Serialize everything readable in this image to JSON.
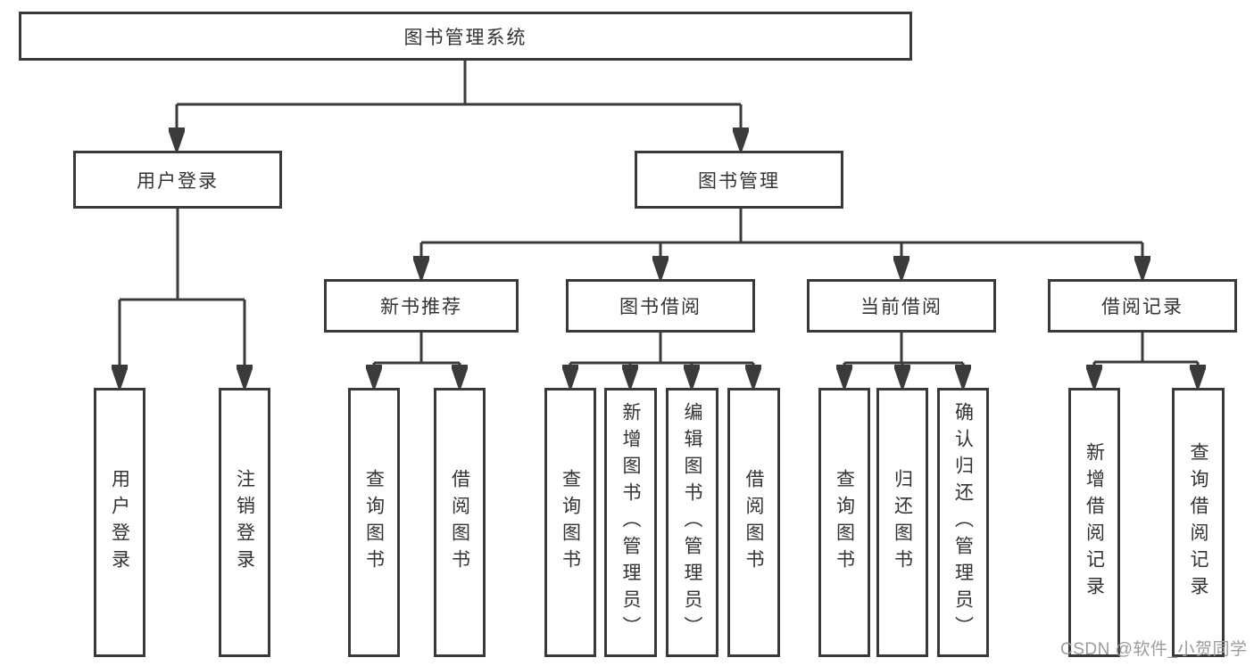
{
  "tree": {
    "root": "图书管理系统",
    "level2": [
      {
        "label": "用户登录"
      },
      {
        "label": "图书管理"
      }
    ],
    "level3": [
      {
        "label": "新书推荐"
      },
      {
        "label": "图书借阅"
      },
      {
        "label": "当前借阅"
      },
      {
        "label": "借阅记录"
      }
    ],
    "leaves": {
      "user_login": [
        "用户登录",
        "注销登录"
      ],
      "new_book": [
        "查询图书",
        "借阅图书"
      ],
      "book_borrow": [
        "查询图书",
        "新增图书（管理员）",
        "编辑图书（管理员）",
        "借阅图书"
      ],
      "current_borrow": [
        "查询图书",
        "归还图书",
        "确认归还（管理员）"
      ],
      "borrow_record": [
        "新增借阅记录",
        "查询借阅记录"
      ]
    }
  },
  "watermark": "CSDN @软件_小贺同学",
  "colors": {
    "line": "#3b3b3b",
    "box_border": "#3a3a3a",
    "text": "#333333",
    "watermark": "#9b9b9b",
    "background": "#ffffff"
  }
}
